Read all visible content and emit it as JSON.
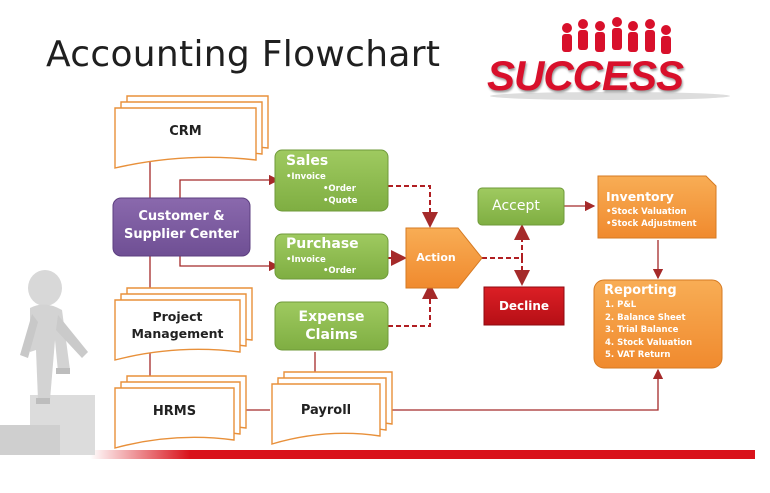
{
  "title": "Accounting Flowchart",
  "logo": {
    "text": "SUCCESS",
    "color": "#d8102b"
  },
  "colors": {
    "green": "#8cbb4f",
    "orange": "#f59a3f",
    "purple": "#7e5da1",
    "red": "#c8141d",
    "arrow": "#a52a2a",
    "doc_border": "#e8903a"
  },
  "nodes": {
    "crm": "CRM",
    "customer_supplier": {
      "line1": "Customer &",
      "line2": "Supplier Center"
    },
    "project_management": {
      "line1": "Project",
      "line2": "Management"
    },
    "hrms": "HRMS",
    "payroll": "Payroll",
    "sales": {
      "title": "Sales",
      "items": [
        "•Invoice",
        "•Order",
        "•Quote"
      ]
    },
    "purchase": {
      "title": "Purchase",
      "items": [
        "•Invoice",
        "•Order"
      ]
    },
    "expense_claims": {
      "line1": "Expense",
      "line2": "Claims"
    },
    "action": "Action",
    "accept": "Accept",
    "decline": "Decline",
    "inventory": {
      "title": "Inventory",
      "items": [
        "•Stock Valuation",
        "•Stock Adjustment"
      ]
    },
    "reporting": {
      "title": "Reporting",
      "items": [
        "1.   P&L",
        "2.   Balance Sheet",
        "3.   Trial Balance",
        "4.   Stock Valuation",
        "5.   VAT Return"
      ]
    }
  }
}
